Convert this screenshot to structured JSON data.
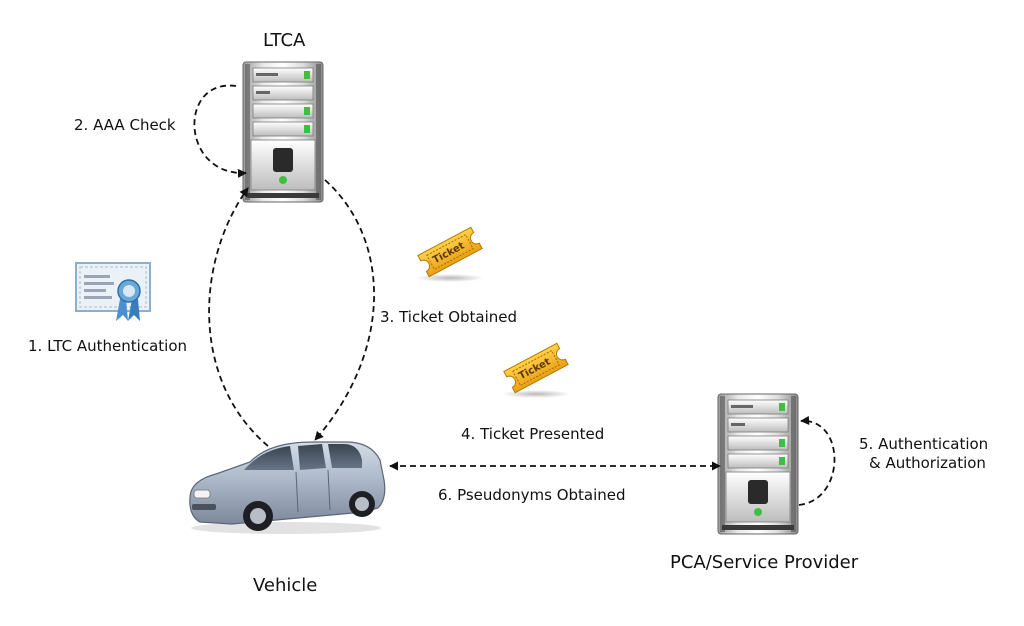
{
  "nodes": {
    "ltca": {
      "label": "LTCA"
    },
    "vehicle": {
      "label": "Vehicle"
    },
    "pca": {
      "label": "PCA/Service Provider"
    }
  },
  "steps": {
    "s1": "1. LTC Authentication",
    "s2": "2. AAA Check",
    "s3": "3. Ticket Obtained",
    "s4": "4. Ticket Presented",
    "s5_line1": "5. Authentication",
    "s5_line2": "& Authorization",
    "s6": "6. Pseudonyms Obtained"
  },
  "ticket": {
    "text": "Ticket"
  },
  "icons": {
    "ltca": "server-icon",
    "pca": "server-icon",
    "vehicle": "car-icon",
    "certificate": "certificate-icon",
    "ticket": "ticket-icon"
  },
  "colors": {
    "arrow": "#111111",
    "ticket": "#f5b51c",
    "server_led": "#3fbf3f",
    "car_body": "#a9b5c6"
  }
}
